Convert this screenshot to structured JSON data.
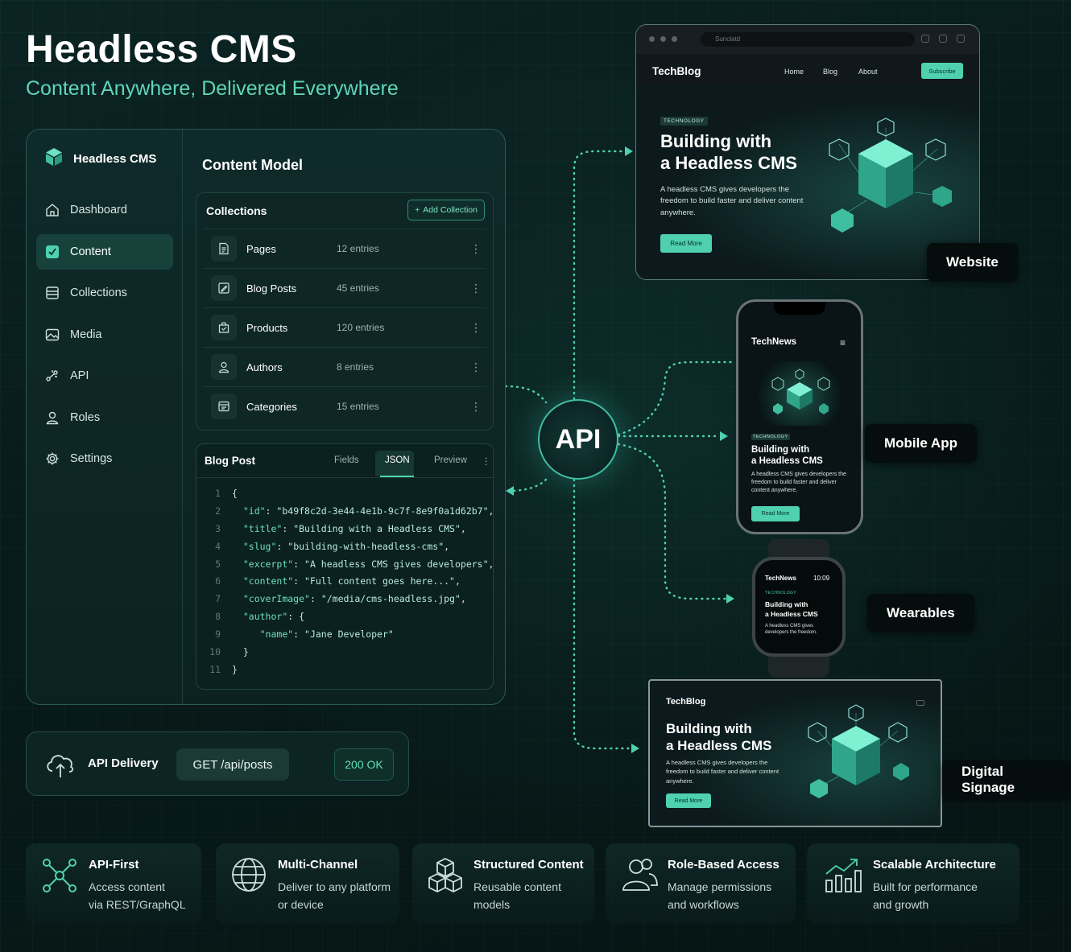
{
  "header": {
    "title": "Headless CMS",
    "subtitle": "Content Anywhere, Delivered Everywhere"
  },
  "cms": {
    "brand": "Headless CMS",
    "nav": [
      {
        "label": "Dashboard",
        "icon": "home-icon"
      },
      {
        "label": "Content",
        "icon": "content-icon",
        "active": true
      },
      {
        "label": "Collections",
        "icon": "collections-icon"
      },
      {
        "label": "Media",
        "icon": "image-icon"
      },
      {
        "label": "API",
        "icon": "api-icon"
      },
      {
        "label": "Roles",
        "icon": "user-icon"
      },
      {
        "label": "Settings",
        "icon": "gear-icon"
      }
    ],
    "main_title": "Content Model",
    "collections": {
      "heading": "Collections",
      "add_label": "Add Collection",
      "rows": [
        {
          "name": "Pages",
          "count": "12 entries"
        },
        {
          "name": "Blog Posts",
          "count": "45 entries"
        },
        {
          "name": "Products",
          "count": "120 entries"
        },
        {
          "name": "Authors",
          "count": "8 entries"
        },
        {
          "name": "Categories",
          "count": "15 entries"
        }
      ]
    },
    "editor": {
      "title": "Blog Post",
      "tabs": [
        "Fields",
        "JSON",
        "Preview"
      ],
      "active_tab": "JSON",
      "code_lines": [
        [
          {
            "t": "p",
            "v": "{"
          }
        ],
        [
          {
            "t": "p",
            "v": "  "
          },
          {
            "t": "k",
            "v": "\"id\""
          },
          {
            "t": "p",
            "v": ": "
          },
          {
            "t": "s",
            "v": "\"b49f8c2d-3e44-4e1b-9c7f-8e9f0a1d62b7\""
          },
          {
            "t": "p",
            "v": ","
          }
        ],
        [
          {
            "t": "p",
            "v": "  "
          },
          {
            "t": "k",
            "v": "\"title\""
          },
          {
            "t": "p",
            "v": ": "
          },
          {
            "t": "s",
            "v": "\"Building with a Headless CMS\""
          },
          {
            "t": "p",
            "v": ","
          }
        ],
        [
          {
            "t": "p",
            "v": "  "
          },
          {
            "t": "k",
            "v": "\"slug\""
          },
          {
            "t": "p",
            "v": ": "
          },
          {
            "t": "s",
            "v": "\"building-with-headless-cms\""
          },
          {
            "t": "p",
            "v": ","
          }
        ],
        [
          {
            "t": "p",
            "v": "  "
          },
          {
            "t": "k",
            "v": "\"excerpt\""
          },
          {
            "t": "p",
            "v": ": "
          },
          {
            "t": "s",
            "v": "\"A headless CMS gives developers\""
          },
          {
            "t": "p",
            "v": ","
          }
        ],
        [
          {
            "t": "p",
            "v": "  "
          },
          {
            "t": "k",
            "v": "\"content\""
          },
          {
            "t": "p",
            "v": ": "
          },
          {
            "t": "s",
            "v": "\"Full content goes here...\""
          },
          {
            "t": "p",
            "v": ","
          }
        ],
        [
          {
            "t": "p",
            "v": "  "
          },
          {
            "t": "k",
            "v": "\"coverImage\""
          },
          {
            "t": "p",
            "v": ": "
          },
          {
            "t": "s",
            "v": "\"/media/cms-headless.jpg\""
          },
          {
            "t": "p",
            "v": ","
          }
        ],
        [
          {
            "t": "p",
            "v": "  "
          },
          {
            "t": "k",
            "v": "\"author\""
          },
          {
            "t": "p",
            "v": ": {"
          }
        ],
        [
          {
            "t": "p",
            "v": "     "
          },
          {
            "t": "k",
            "v": "\"name\""
          },
          {
            "t": "p",
            "v": ": "
          },
          {
            "t": "s",
            "v": "\"Jane Developer\""
          }
        ],
        [
          {
            "t": "p",
            "v": "  }"
          }
        ],
        [
          {
            "t": "p",
            "v": "}"
          }
        ]
      ]
    }
  },
  "delivery": {
    "label": "API Delivery",
    "request": "GET /api/posts",
    "status": "200 OK"
  },
  "hub": {
    "label": "API"
  },
  "website": {
    "label": "Website",
    "url": "Sunclatd",
    "logo": "TechBlog",
    "links": [
      "Home",
      "Blog",
      "About"
    ],
    "subscribe": "Subscribe",
    "tag": "TECHNOLOGY",
    "heading_1": "Building with",
    "heading_2": "a Headless CMS",
    "body": "A headless CMS gives developers the freedom to build faster and deliver content anywhere.",
    "cta": "Read More"
  },
  "mobile": {
    "label": "Mobile App",
    "logo": "TechNews",
    "tag": "TECHNOLOGY",
    "heading_1": "Building with",
    "heading_2": "a Headless CMS",
    "body": "A headless CMS gives developers the freedom to build faster and deliver content anywhere.",
    "cta": "Read More"
  },
  "wearable": {
    "label": "Wearables",
    "logo": "TechNews",
    "time": "10:09",
    "tag": "TECHNOLOGY",
    "heading_1": "Building with",
    "heading_2": "a Headless CMS",
    "body": "A headless CMS gives developers the freedom."
  },
  "signage": {
    "label": "Digital Signage",
    "logo": "TechBlog",
    "heading_1": "Building with",
    "heading_2": "a Headless CMS",
    "body": "A headless CMS gives developers the freedom to build faster and deliver content anywhere.",
    "cta": "Read More"
  },
  "features": [
    {
      "title": "API-First",
      "desc_1": "Access content",
      "desc_2": "via REST/GraphQL",
      "icon": "network-icon"
    },
    {
      "title": "Multi-Channel",
      "desc_1": "Deliver to any platform",
      "desc_2": "or device",
      "icon": "globe-icon"
    },
    {
      "title": "Structured Content",
      "desc_1": "Reusable content",
      "desc_2": "models",
      "icon": "cubes-icon"
    },
    {
      "title": "Role-Based Access",
      "desc_1": "Manage permissions",
      "desc_2": "and workflows",
      "icon": "users-icon"
    },
    {
      "title": "Scalable Architecture",
      "desc_1": "Built for performance",
      "desc_2": "and growth",
      "icon": "growth-chart-icon"
    }
  ],
  "colors": {
    "accent": "#4fd1b0",
    "background": "#081a1a",
    "panel": "#0f2a2a"
  }
}
